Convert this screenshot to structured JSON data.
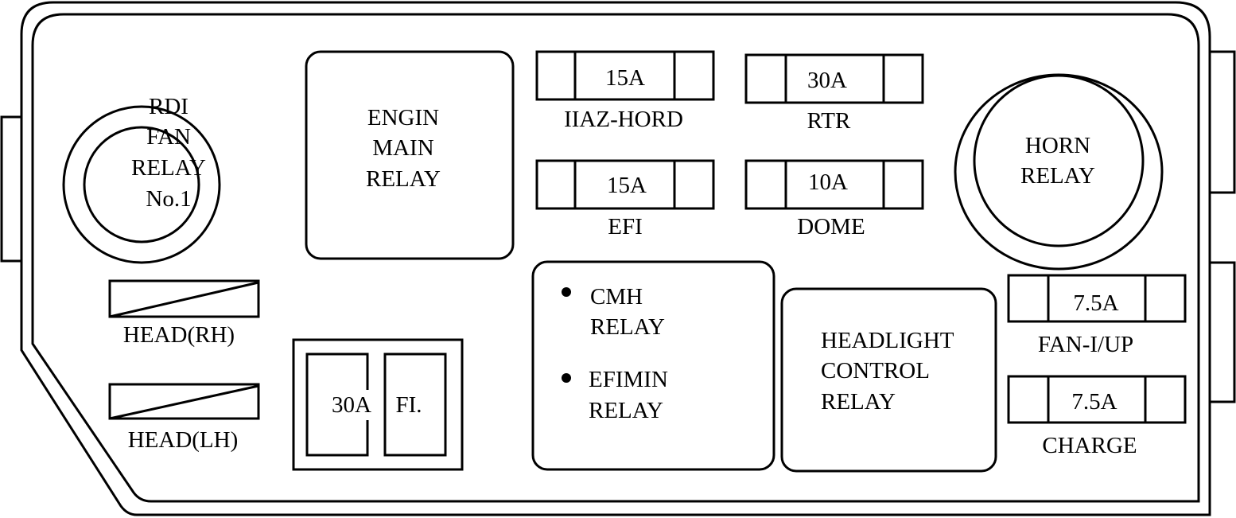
{
  "diagram": {
    "line_color": "#000000",
    "background": "#ffffff",
    "relays": {
      "rdi_fan": [
        "RDI",
        "FAN",
        "RELAY",
        "No.1"
      ],
      "engine_main": [
        "ENGIN",
        "MAIN",
        "RELAY"
      ],
      "horn": [
        "HORN",
        "RELAY"
      ],
      "cmh": [
        "CMH",
        "RELAY"
      ],
      "efimin": [
        "EFIMIN",
        "RELAY"
      ],
      "headlight_control": [
        "HEADLIGHT",
        "CONTROL",
        "RELAY"
      ]
    },
    "fuses": {
      "haz_horn": {
        "rating": "15A",
        "label": "IIAZ-HORD"
      },
      "rtr": {
        "rating": "30A",
        "label": "RTR"
      },
      "efi": {
        "rating": "15A",
        "label": "EFI"
      },
      "dome": {
        "rating": "10A",
        "label": "DOME"
      },
      "fan_iup": {
        "rating": "7.5A",
        "label": "FAN-I/UP"
      },
      "charge": {
        "rating": "7.5A",
        "label": "CHARGE"
      }
    },
    "fusible_links": {
      "head_rh": "HEAD(RH)",
      "head_lh": "HEAD(LH)"
    },
    "main_fuse": {
      "rating": "30A",
      "label": "FI."
    }
  }
}
